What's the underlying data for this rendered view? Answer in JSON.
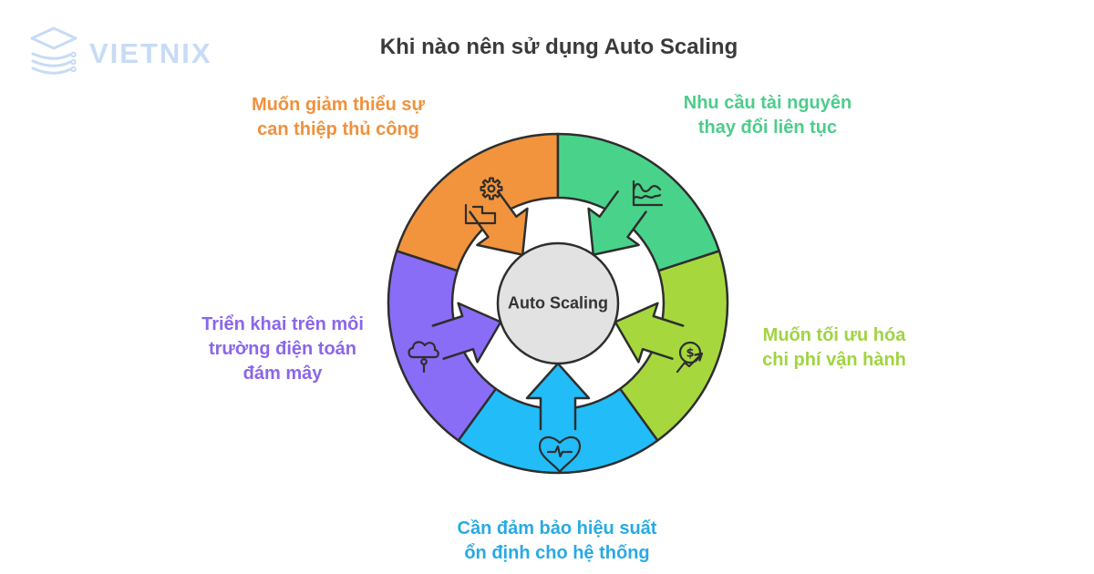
{
  "logo": {
    "text": "VIETNIX",
    "color": "#c7dbf5"
  },
  "title": {
    "text": "Khi nào nên sử dụng Auto Scaling",
    "color": "#3a3a3a"
  },
  "center": {
    "label": "Auto Scaling",
    "text_color": "#333333"
  },
  "colors": {
    "outline": "#2e2e2e",
    "center_fill": "#e2e2e2",
    "background": "#ffffff"
  },
  "segments": [
    {
      "name": "reduce-manual-intervention",
      "icon": "gear-hand-icon",
      "fill": "#f2943d",
      "label_color": "#f0913c",
      "label_lines": [
        "Muốn giảm thiểu sự",
        "can thiệp thủ công"
      ]
    },
    {
      "name": "changing-resource-demand",
      "icon": "fluctuating-chart-icon",
      "fill": "#49d38a",
      "label_color": "#4ccd8b",
      "label_lines": [
        "Nhu cầu tài nguyên",
        "thay đổi liên tục"
      ]
    },
    {
      "name": "optimize-operating-cost",
      "icon": "dollar-trend-icon",
      "glyph": "$",
      "fill": "#a6d83e",
      "label_color": "#a0d442",
      "label_lines": [
        "Muốn tối ưu hóa",
        "chi phí vận hành"
      ]
    },
    {
      "name": "stable-performance",
      "icon": "heart-pulse-icon",
      "fill": "#22bdf8",
      "label_color": "#29a9e5",
      "label_lines": [
        "Cần đảm bảo hiệu suất",
        "ổn định cho hệ thống"
      ]
    },
    {
      "name": "cloud-deployment",
      "icon": "cloud-computing-icon",
      "fill": "#8a6df6",
      "label_color": "#8a66ea",
      "label_lines": [
        "Triển khai trên môi",
        "trường điện toán",
        "đám mây"
      ]
    }
  ]
}
